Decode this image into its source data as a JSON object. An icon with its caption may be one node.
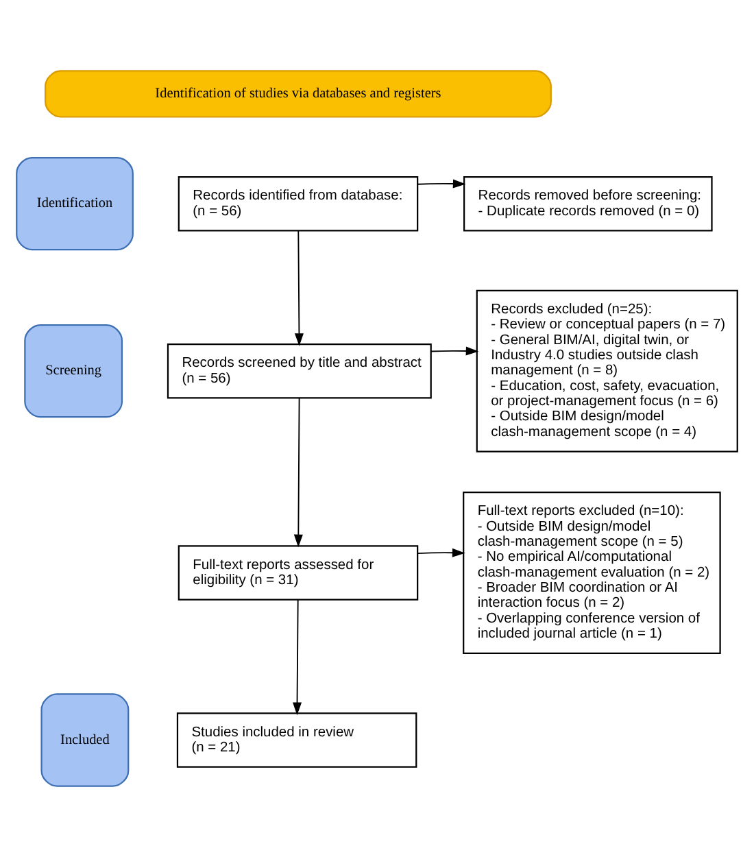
{
  "diagram": {
    "nodes": [
      {
        "text": [
          "Identification of studies via databases and registers"
        ]
      },
      {
        "text": [
          "Identification"
        ]
      },
      {
        "text": [
          "Screening"
        ]
      },
      {
        "text": [
          "Included"
        ]
      },
      {
        "text": [
          "Records identified from database:",
          "(n = 56)"
        ]
      },
      {
        "text": [
          "Records removed before screening:",
          "- Duplicate records removed (n = 0)"
        ]
      },
      {
        "text": [
          "Records screened by title and abstract",
          "(n = 56)"
        ]
      },
      {
        "text": [
          "Records excluded (n=25):",
          "- Review or conceptual papers (n = 7)",
          "- General BIM/AI, digital twin, or Industry 4.0 studies outside clash management (n = 8)",
          "- Education, cost, safety, evacuation, or project-management focus (n = 6)",
          "- Outside BIM design/model clash-management scope (n = 4)"
        ]
      },
      {
        "text": [
          "Full-text reports assessed for eligibility (n = 31)"
        ]
      },
      {
        "text": [
          "Full-text reports excluded (n=10):",
          "- Outside BIM design/model clash-management scope (n = 5)",
          "- No empirical AI/computational clash-management evaluation (n = 2)",
          "- Broader BIM coordination or AI interaction focus (n = 2)",
          "- Overlapping conference version of included journal article (n = 1)"
        ]
      },
      {
        "text": [
          "Studies included in review",
          "(n = 21)"
        ]
      }
    ],
    "edges": [
      {
        "from": 4,
        "to": 5,
        "arrow": "to"
      },
      {
        "from": 4,
        "to": 6,
        "arrow": "to"
      },
      {
        "from": 6,
        "to": 7,
        "arrow": "to"
      },
      {
        "from": 6,
        "to": 8,
        "arrow": "to"
      },
      {
        "from": 8,
        "to": 9,
        "arrow": "to"
      },
      {
        "from": 8,
        "to": 10,
        "arrow": "to"
      }
    ]
  }
}
